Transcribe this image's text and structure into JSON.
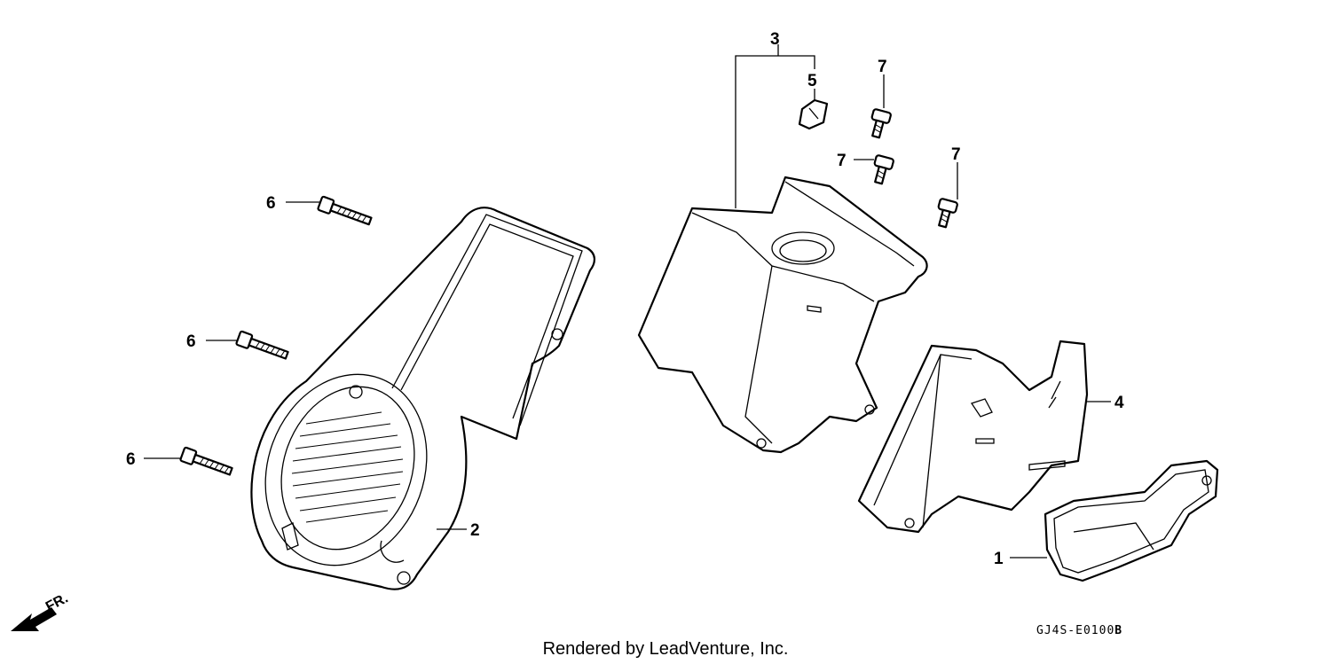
{
  "callouts": {
    "c1": "1",
    "c2": "2",
    "c3": "3",
    "c4": "4",
    "c5": "5",
    "c6a": "6",
    "c6b": "6",
    "c6c": "6",
    "c7a": "7",
    "c7b": "7",
    "c7c": "7"
  },
  "direction_label": "FR.",
  "diagram_code": "GJ4S-E0100",
  "diagram_code_suffix": "B",
  "footer": "Rendered by LeadVenture, Inc."
}
